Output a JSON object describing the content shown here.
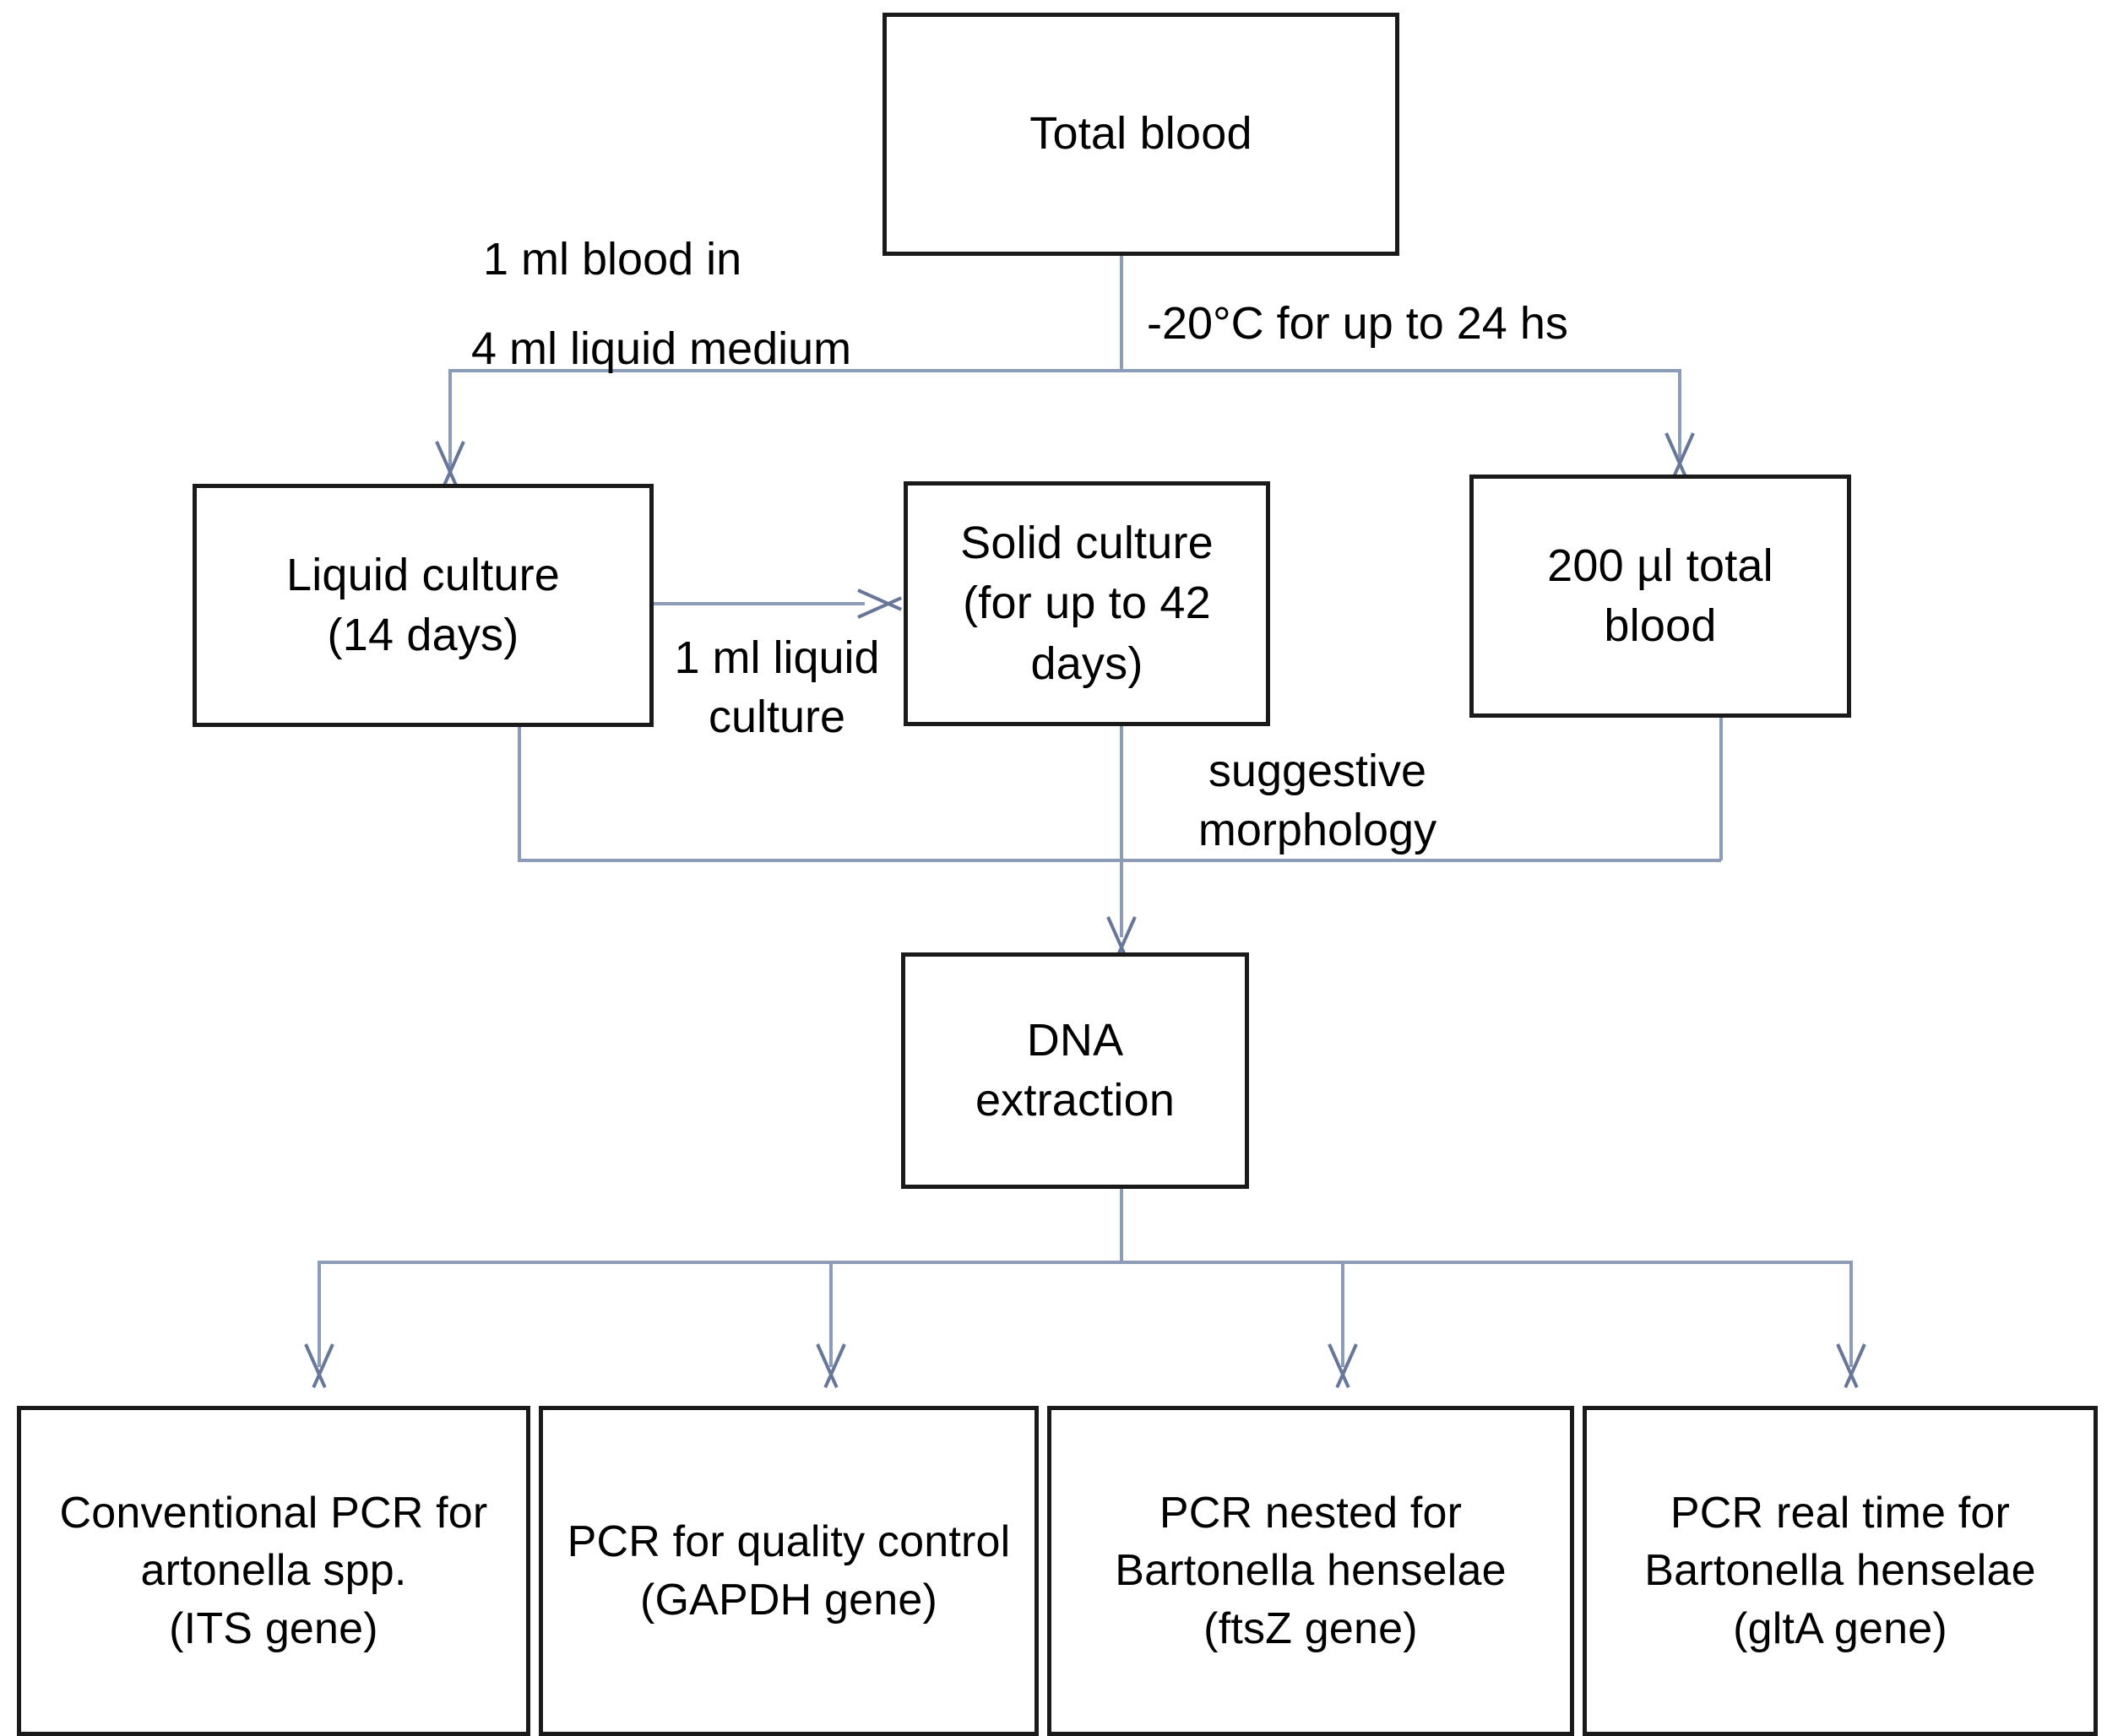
{
  "diagram": {
    "title": "Bartonella henselae laboratory diagnostic workflow",
    "line_color": "#8b9bb8",
    "box_border_color": "#1a1a1a",
    "background_color": "#ffffff",
    "nodes": {
      "total_blood": "Total blood",
      "liquid_culture": "Liquid culture\n(14 days)",
      "solid_culture": "Solid culture\n(for up to 42 days)",
      "total_blood_200ul": "200 µl total\nblood",
      "dna_extraction": "DNA\nextraction",
      "pcr_conventional": "Conventional PCR for\nartonella spp.\n(ITS gene)",
      "pcr_quality_control": "PCR for quality control\n(GAPDH gene)",
      "pcr_nested": "PCR nested for\nBartonella henselae\n(ftsZ gene)",
      "pcr_real_time": "PCR real time for\nBartonella henselae\n(gltA gene)"
    },
    "edge_labels": {
      "blood_to_liquid": "1 ml blood in",
      "blood_to_liquid_2": "4 ml liquid medium",
      "blood_to_200ul": "-20°C for up to 24 hs",
      "liquid_to_solid": "1 ml liquid\nculture",
      "solid_to_dna": "suggestive\nmorphology"
    }
  }
}
